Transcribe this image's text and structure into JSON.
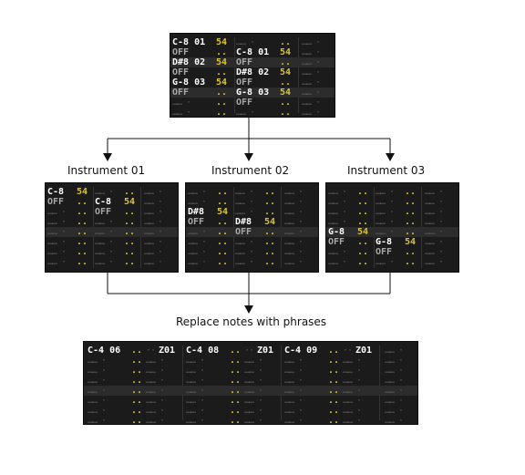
{
  "source_pattern": {
    "rows": [
      [
        "C-8 01",
        "54",
        "",
        ""
      ],
      [
        "OFF",
        "",
        "C-8 01",
        "54"
      ],
      [
        "D#8 02",
        "54",
        "OFF",
        ""
      ],
      [
        "OFF",
        "",
        "D#8 02",
        "54"
      ],
      [
        "G-8 03",
        "54",
        "OFF",
        ""
      ],
      [
        "OFF",
        "",
        "G-8 03",
        "54"
      ],
      [
        "",
        "",
        "OFF",
        ""
      ]
    ]
  },
  "instruments": [
    {
      "label": "Instrument 01",
      "rows": [
        [
          "C-8",
          "54",
          "",
          ""
        ],
        [
          "OFF",
          "",
          "C-8",
          "54"
        ],
        [
          "",
          "",
          "OFF",
          ""
        ]
      ]
    },
    {
      "label": "Instrument 02",
      "rows": [
        [
          "D#8",
          "54",
          "",
          ""
        ],
        [
          "OFF",
          "",
          "D#8",
          "54"
        ],
        [
          "",
          "",
          "OFF",
          ""
        ]
      ]
    },
    {
      "label": "Instrument 03",
      "rows": [
        [
          "G-8",
          "54",
          "",
          ""
        ],
        [
          "OFF",
          "",
          "G-8",
          "54"
        ],
        [
          "",
          "",
          "OFF",
          ""
        ]
      ]
    }
  ],
  "replace_label": "Replace notes with phrases",
  "result_pattern": {
    "notes": [
      {
        "note": "C-4 06",
        "fx": "Z01"
      },
      {
        "note": "C-4 08",
        "fx": "Z01"
      },
      {
        "note": "C-4 09",
        "fx": "Z01"
      }
    ]
  },
  "colors": {
    "panel_bg": "#1b1b1b",
    "note_active": "#ffffff",
    "note_off": "#a8a8a8",
    "volume": "#d8c23a",
    "empty_dots": "#5a5a5a"
  }
}
